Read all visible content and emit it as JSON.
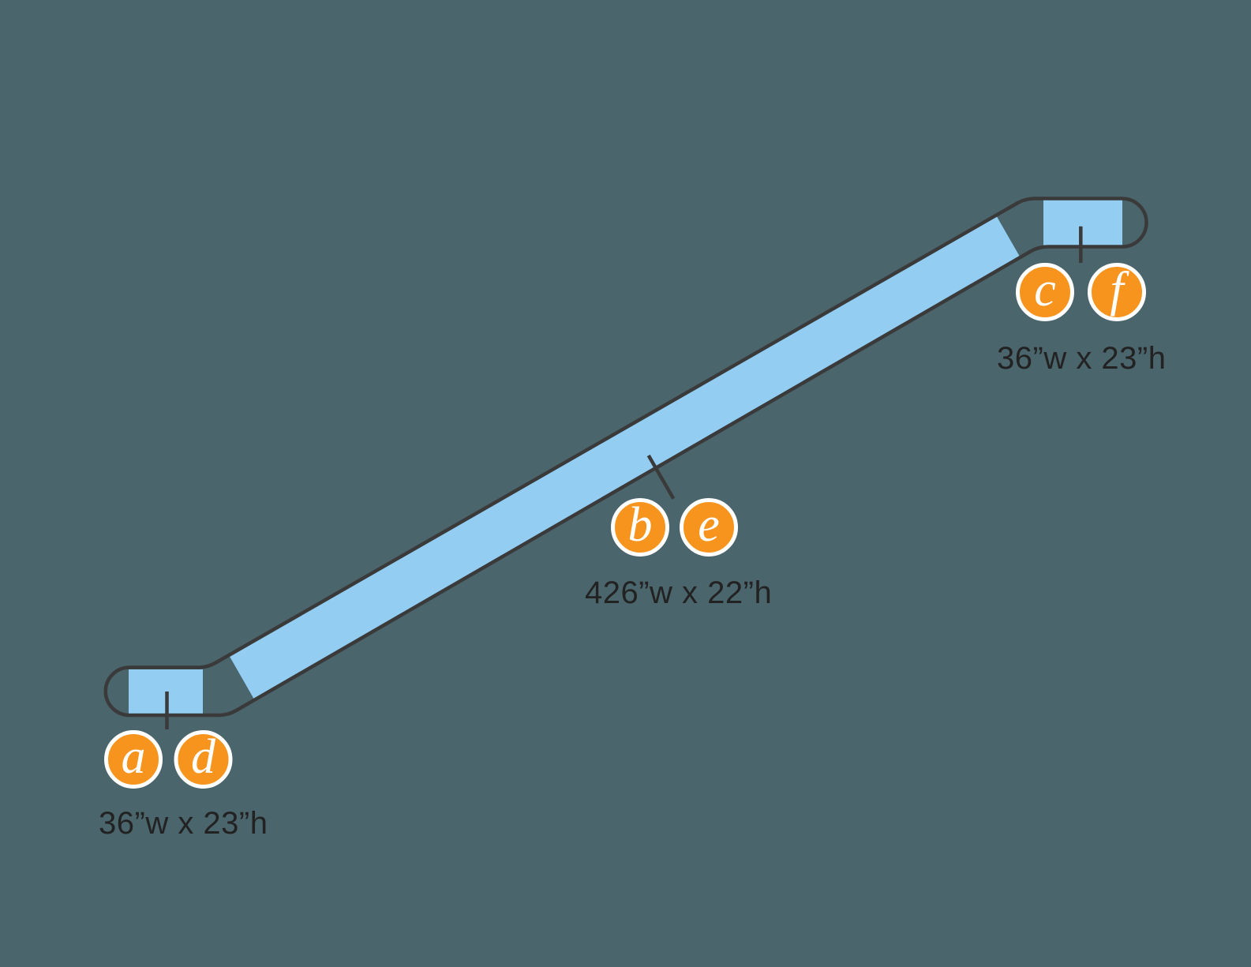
{
  "diagram": {
    "kind": "escalator-side-profile-with-dimension-callouts",
    "background_color": "#4B656C",
    "colors": {
      "panel_blue": "#93CEF2",
      "outline": "#3A3A3A",
      "marker_orange": "#F7941E",
      "marker_ring": "#FFFFFF",
      "marker_letter": "#FFFFFF",
      "label_text": "#222222"
    },
    "sections": {
      "lower_landing": {
        "markers": [
          "a",
          "d"
        ],
        "dimension": "36”w x 23”h"
      },
      "incline": {
        "markers": [
          "b",
          "e"
        ],
        "dimension": "426”w x 22”h"
      },
      "upper_landing": {
        "markers": [
          "c",
          "f"
        ],
        "dimension": "36”w x 23”h"
      }
    }
  }
}
